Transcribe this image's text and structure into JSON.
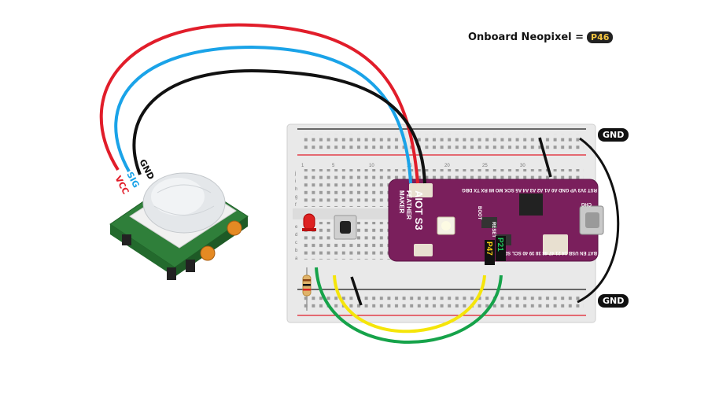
{
  "note": {
    "text": "Onboard Neopixel =",
    "pin": "P46"
  },
  "gnd_labels": [
    "GND",
    "GND"
  ],
  "sensor": {
    "pins": [
      "VCC",
      "SIG",
      "GND"
    ]
  },
  "board": {
    "name_lines": [
      "MAKER",
      "FEATHER",
      "AIOT S3"
    ],
    "top_pins": "RST 3V3 VP GND A0  A1  A2  A3  A4  A5 SCK MO MI RX TX DBG",
    "bottom_pins": "BAT EN USB 14  21  47  48  38  39  40 SCL SDA",
    "buttons": [
      "BOOT",
      "RESET"
    ],
    "chip_label": "CHG",
    "tags": [
      {
        "text": "P21",
        "color": "#22c55e"
      },
      {
        "text": "P47",
        "color": "#facc15"
      }
    ]
  },
  "breadboard": {
    "row_letters_top": [
      "j",
      "i",
      "h",
      "g",
      "f"
    ],
    "row_letters_bottom": [
      "e",
      "d",
      "c",
      "b",
      "a"
    ],
    "col_numbers": [
      "1",
      "5",
      "10",
      "15",
      "20",
      "25",
      "30"
    ]
  },
  "colors": {
    "vcc": "#e11d2a",
    "sig": "#1aa3e8",
    "gnd": "#111111",
    "yellow": "#f5e50a",
    "green": "#16a34a",
    "board": "#7a1f5c"
  }
}
